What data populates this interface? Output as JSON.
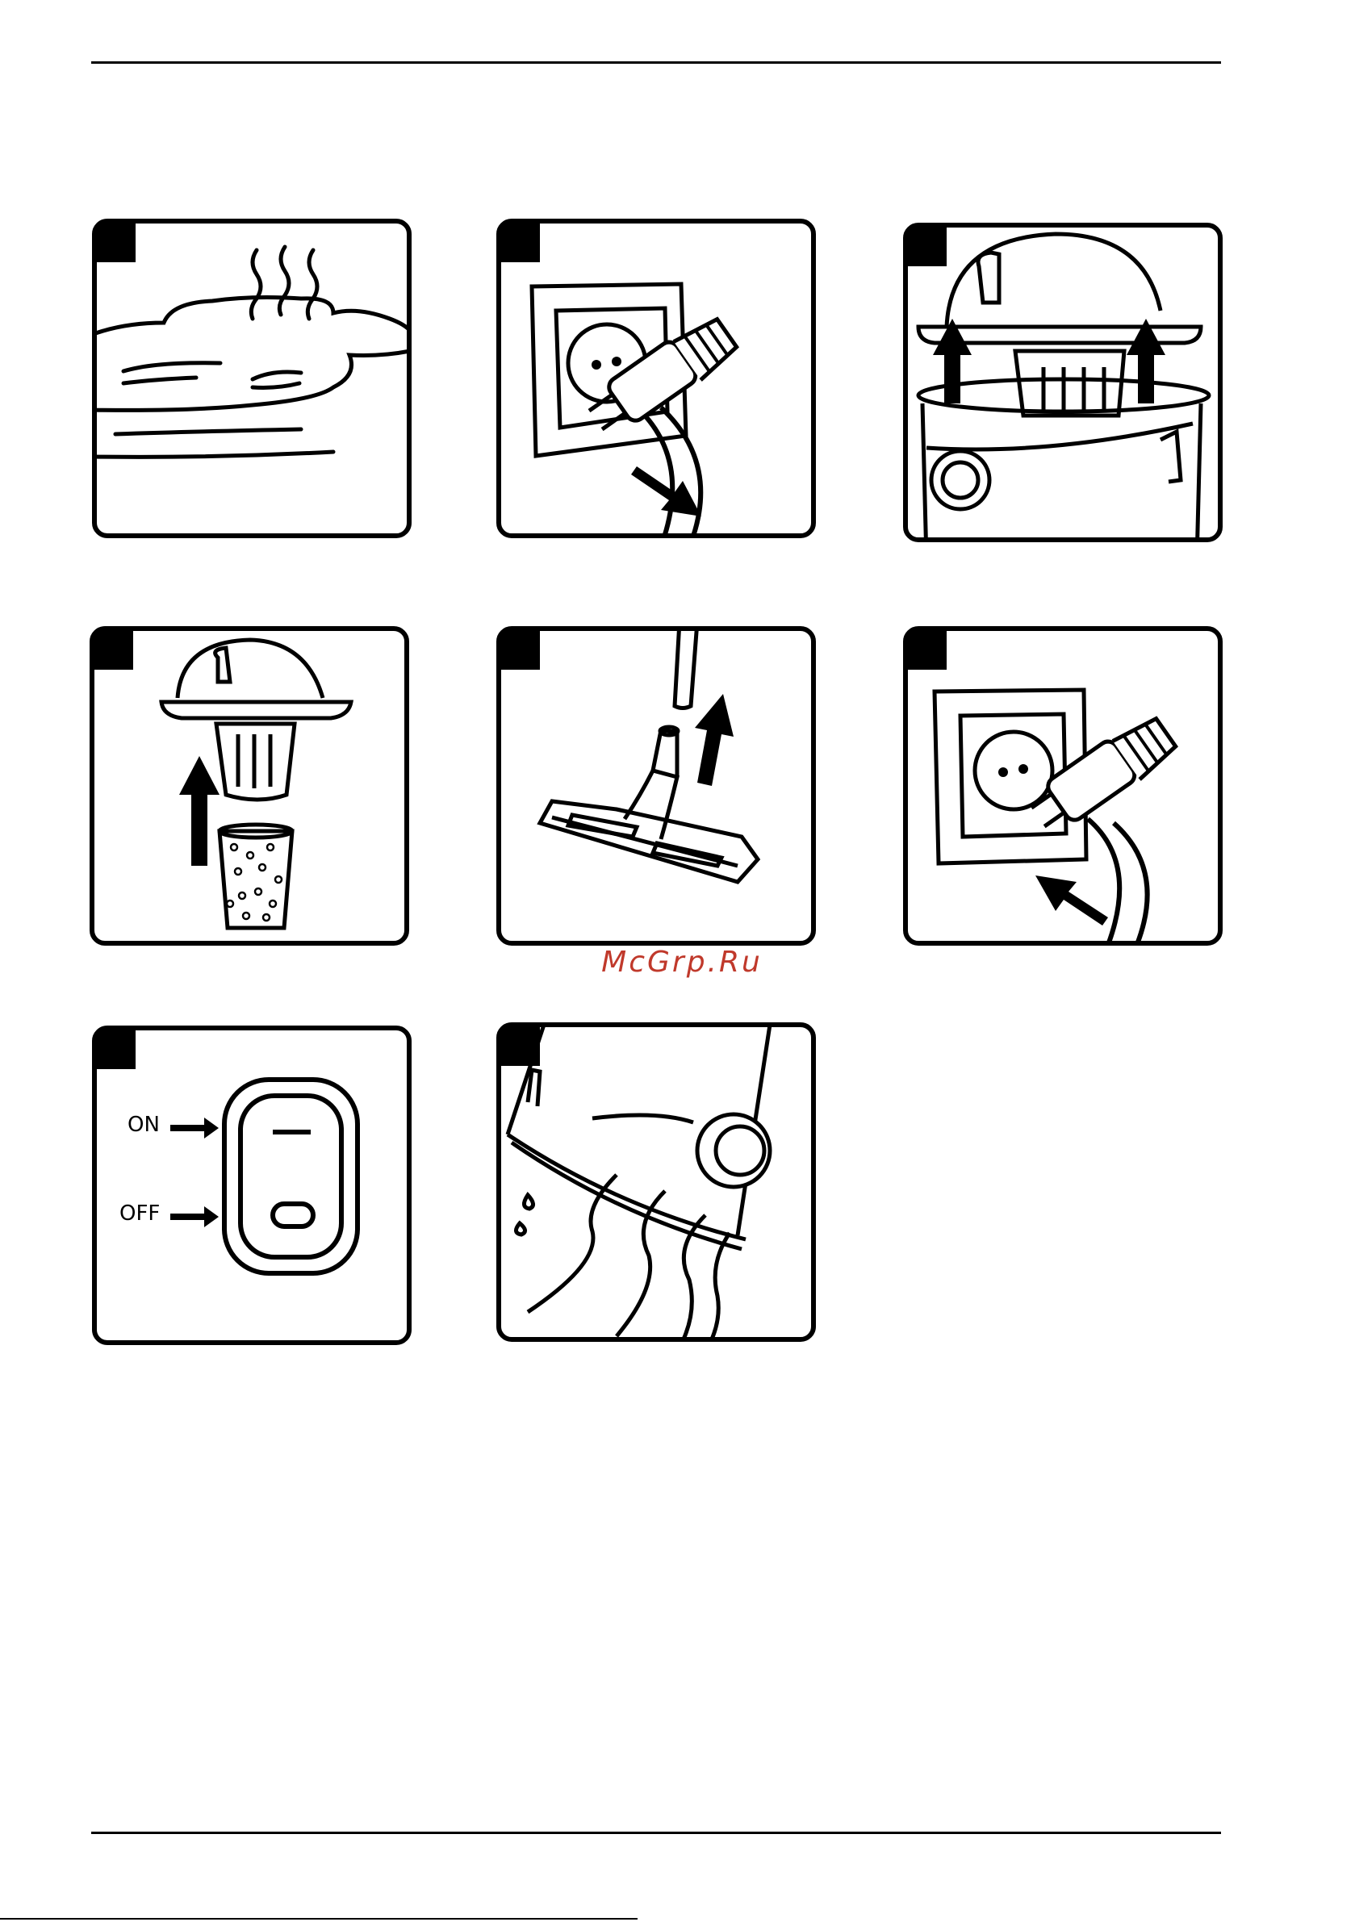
{
  "header": {},
  "watermark": {
    "text": "McGrp.Ru",
    "color": "#c0392b"
  },
  "panels": [
    {
      "icon": "hot-liquid-spill-icon"
    },
    {
      "icon": "unplug-socket-icon"
    },
    {
      "icon": "lift-vacuum-head-icon"
    },
    {
      "icon": "remove-filter-bag-icon"
    },
    {
      "icon": "floor-nozzle-attach-icon"
    },
    {
      "icon": "plug-in-socket-icon"
    },
    {
      "icon": "power-switch-icon",
      "on_label": "ON",
      "off_label": "OFF"
    },
    {
      "icon": "empty-container-icon"
    }
  ]
}
